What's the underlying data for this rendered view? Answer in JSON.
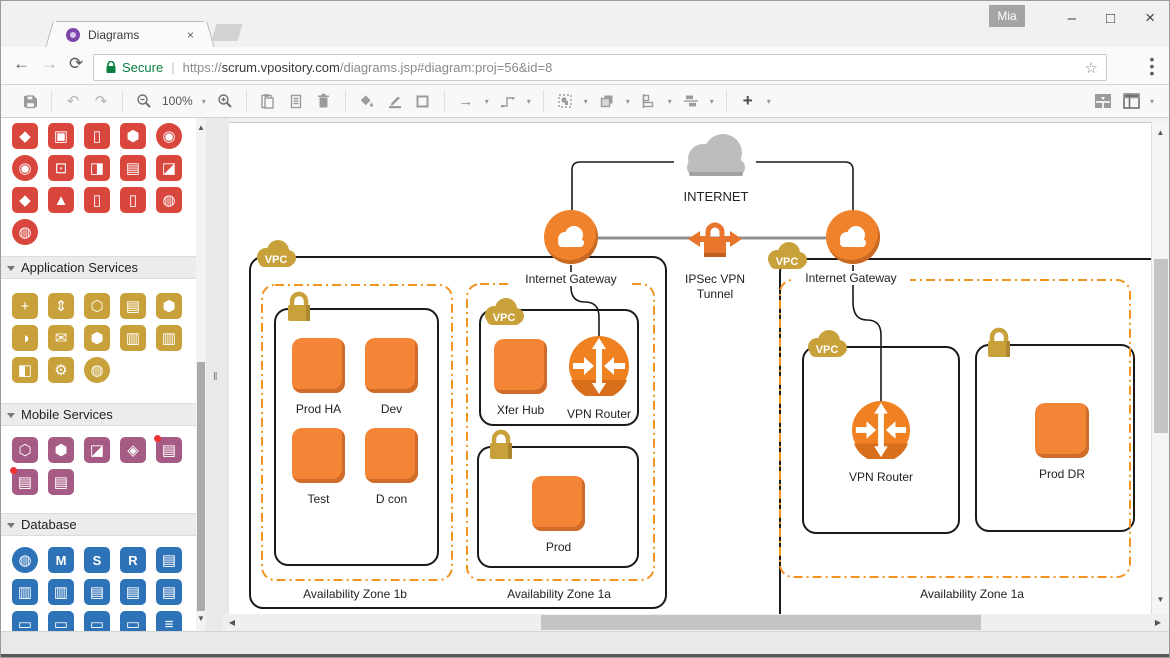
{
  "browser": {
    "profile": "Mia",
    "tab_title": "Diagrams",
    "tab_close": "×",
    "new_tab_hint": "",
    "back": "←",
    "forward": "→",
    "refresh": "⟳",
    "secure_label": "Secure",
    "url_scheme": "https://",
    "url_host": "scrum.vpository.com",
    "url_path": "/diagrams.jsp#diagram:proj=56&id=8",
    "star": "☆",
    "menu": "⋮",
    "minimize": "–",
    "maximize": "□",
    "close": "×",
    "accent_secure": "#0b8043"
  },
  "toolbar": {
    "zoom_level": "100%",
    "caret": "▾",
    "undo": "↶",
    "redo": "↷",
    "arrow_glyph": "→",
    "plus_glyph": "+",
    "icons": [
      "save-icon",
      "undo-icon",
      "redo-icon",
      "zoom-out-icon",
      "zoom-in-icon",
      "paste-icon",
      "document-icon",
      "trash-icon",
      "fill-color-icon",
      "line-color-icon",
      "shape-icon",
      "arrow-style-icon",
      "connector-style-icon",
      "select-icon",
      "layers-icon",
      "align-icon",
      "distribute-icon",
      "add-shape-icon",
      "panel-layout-icon",
      "sidebar-toggle-icon"
    ]
  },
  "sidebar": {
    "sections": [
      {
        "header": null,
        "color": "#d9463e",
        "icons": [
          {
            "g": "◆"
          },
          {
            "g": "▣"
          },
          {
            "g": "▯"
          },
          {
            "g": "⬢"
          },
          {
            "g": "◉",
            "round": true
          },
          {
            "g": "◉",
            "round": true
          },
          {
            "g": "⊡"
          },
          {
            "g": "◨"
          },
          {
            "g": "▤"
          },
          {
            "g": "◪"
          },
          {
            "g": "◆"
          },
          {
            "g": "▲"
          },
          {
            "g": "▯"
          },
          {
            "g": "▯"
          },
          {
            "g": "◍"
          },
          {
            "g": "◍",
            "round": true
          }
        ]
      },
      {
        "header": "Application Services",
        "color": "#c9a13b",
        "icons": [
          {
            "g": "+"
          },
          {
            "g": "⇕"
          },
          {
            "g": "⬡"
          },
          {
            "g": "▤"
          },
          {
            "g": "⬢"
          },
          {
            "g": "◑"
          },
          {
            "g": "✉"
          },
          {
            "g": "⬢"
          },
          {
            "g": "▥"
          },
          {
            "g": "▥"
          },
          {
            "g": "◧"
          },
          {
            "g": "⚙"
          },
          {
            "g": "◍",
            "round": true
          }
        ]
      },
      {
        "header": "Mobile Services",
        "color": "#a65b84",
        "icons": [
          {
            "g": "⬡"
          },
          {
            "g": "⬢"
          },
          {
            "g": "◪"
          },
          {
            "g": "◈"
          },
          {
            "g": "▤",
            "dot": true
          },
          {
            "g": "▤",
            "dot": true
          },
          {
            "g": "▤"
          }
        ]
      },
      {
        "header": "Database",
        "color": "#2e73b8",
        "icons": [
          {
            "g": "◍",
            "round": true
          },
          {
            "g": "M",
            "letter": true
          },
          {
            "g": "S",
            "letter": true
          },
          {
            "g": "R",
            "letter": true
          },
          {
            "g": "▤"
          },
          {
            "g": "▥"
          },
          {
            "g": "▥"
          },
          {
            "g": "▤"
          },
          {
            "g": "▤"
          },
          {
            "g": "▤"
          },
          {
            "g": "▭"
          },
          {
            "g": "▭"
          },
          {
            "g": "▭"
          },
          {
            "g": "▭"
          },
          {
            "g": "≡"
          }
        ]
      }
    ]
  },
  "diagram": {
    "internet": "INTERNET",
    "tunnel_l1": "IPSec VPN",
    "tunnel_l2": "Tunnel",
    "gateway_left": "Internet Gateway",
    "gateway_right": "Internet Gateway",
    "vpc": "VPC",
    "nodes": {
      "prod_ha": "Prod HA",
      "dev": "Dev",
      "test": "Test",
      "d_con": "D con",
      "xfer": "Xfer Hub",
      "vpn_mid": "VPN Router",
      "prod": "Prod",
      "vpn_right": "VPN Router",
      "prod_dr": "Prod DR"
    },
    "zones": {
      "z1b": "Availability Zone 1b",
      "z1a_mid": "Availability Zone 1a",
      "z1a_right": "Availability Zone 1a"
    },
    "colors": {
      "orange": "#f58536",
      "gold": "#c9a13b",
      "dash": "#f29421",
      "cloud_gray": "#bdbdbd",
      "connector_gray": "#8f8f8f"
    }
  }
}
